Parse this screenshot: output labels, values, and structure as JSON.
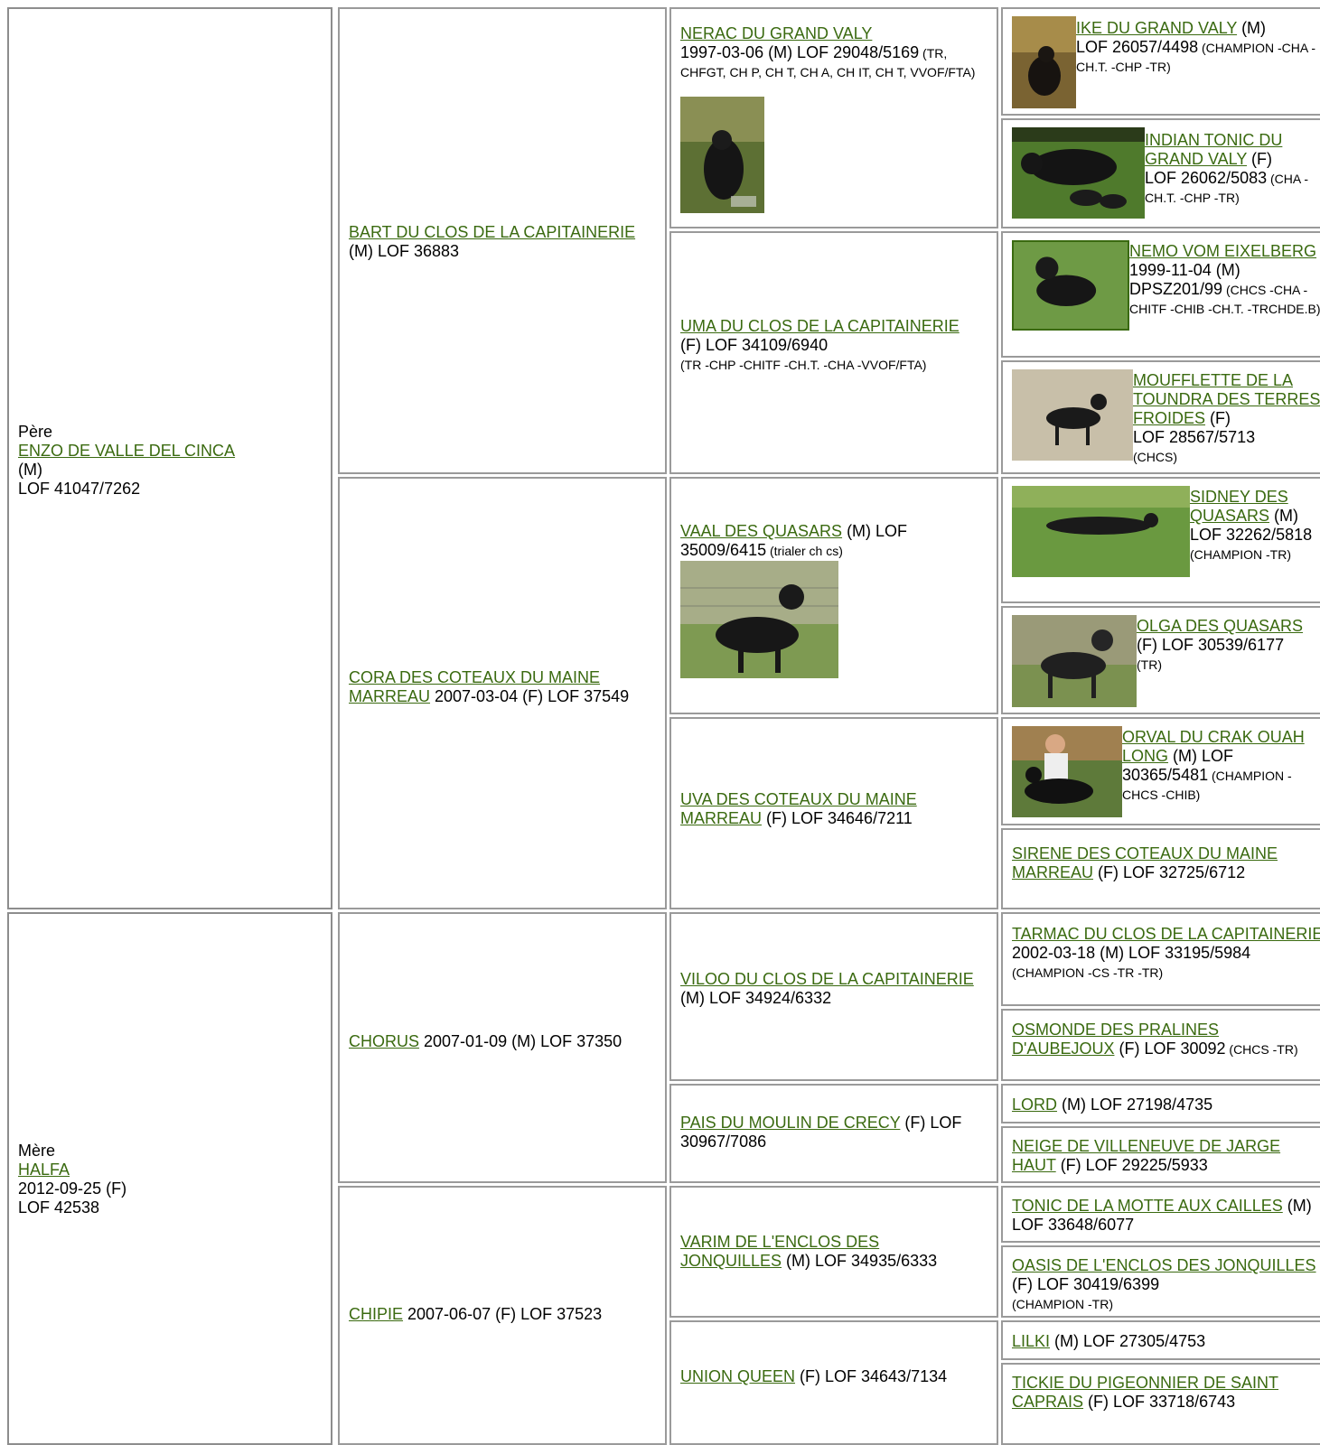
{
  "pere": {
    "role": "Père",
    "name": "ENZO DE VALLE DEL CINCA",
    "sex": "(M)",
    "lof": "LOF 41047/7262"
  },
  "mere": {
    "role": "Mère",
    "name": "HALFA",
    "date": "2012-09-25 (F)",
    "lof": "LOF 42538"
  },
  "g2": [
    {
      "name": "BART DU CLOS DE LA CAPITAINERIE",
      "info": " (M) LOF 36883"
    },
    {
      "name": "CORA DES COTEAUX DU MAINE MARREAU",
      "info": " 2007-03-04 (F) LOF 37549"
    },
    {
      "name": "CHORUS",
      "info": " 2007-01-09 (M) LOF 37350"
    },
    {
      "name": "CHIPIE",
      "info": " 2007-06-07 (F) LOF 37523"
    }
  ],
  "g3": [
    {
      "name": "NERAC DU GRAND VALY",
      "info": " 1997-03-06 (M) LOF 29048/5169",
      "titles": " (TR, CHFGT, CH P, CH T, CH A, CH IT, CH T, VVOF/FTA)",
      "image": "dog-photo"
    },
    {
      "name": "UMA DU CLOS DE LA CAPITAINERIE",
      "info": " (F) LOF 34109/6940",
      "titles": "(TR -CHP -CHITF -CH.T. -CHA -VVOF/FTA)"
    },
    {
      "name": "VAAL DES QUASARS",
      "info": " (M) LOF 35009/6415",
      "titles": " (trialer ch cs)",
      "image": "dog-photo"
    },
    {
      "name": "UVA DES COTEAUX DU MAINE MARREAU",
      "info": " (F) LOF 34646/7211"
    },
    {
      "name": "VILOO DU CLOS DE LA CAPITAINERIE",
      "info": " (M) LOF 34924/6332"
    },
    {
      "name": "PAIS DU MOULIN DE CRECY",
      "info": " (F) LOF 30967/7086"
    },
    {
      "name": "VARIM DE L'ENCLOS DES JONQUILLES",
      "info": " (M) LOF 34935/6333"
    },
    {
      "name": "UNION QUEEN",
      "info": " (F) LOF 34643/7134"
    }
  ],
  "g4": [
    {
      "name": "IKE DU GRAND VALY",
      "sex": " (M)",
      "lof": "LOF 26057/4498",
      "titles": " (CHAMPION -CHA -CH.T. -CHP -TR)",
      "image": "dog-photo"
    },
    {
      "name": "INDIAN TONIC DU GRAND VALY",
      "sex": " (F)",
      "lof": "LOF 26062/5083",
      "titles": " (CHA -CH.T. -CHP -TR)",
      "image": "dog-photo"
    },
    {
      "name": "NEMO VOM EIXELBERG",
      "sex": "",
      "lof": "1999-11-04 (M) DPSZ201/99",
      "titles": " (CHCS -CHA -CHITF -CHIB -CH.T. -TRCHDE.B)",
      "image": "dog-photo"
    },
    {
      "name": "MOUFFLETTE DE LA TOUNDRA DES TERRES FROIDES",
      "sex": " (F)",
      "lof": "LOF 28567/5713",
      "titles": "(CHCS)",
      "image": "dog-photo"
    },
    {
      "name": "SIDNEY DES QUASARS",
      "sex": " (M)",
      "lof": "LOF 32262/5818",
      "titles": "(CHAMPION -TR)",
      "image": "dog-photo"
    },
    {
      "name": "OLGA DES QUASARS",
      "sex": "",
      "lof": "(F) LOF 30539/6177",
      "titles": "(TR)",
      "image": "dog-photo"
    },
    {
      "name": "ORVAL DU CRAK OUAH LONG",
      "sex": " (M) LOF",
      "lof": "30365/5481",
      "titles": " (CHAMPION -CHCS -CHIB)",
      "image": "dog-photo"
    },
    {
      "name": "SIRENE DES COTEAUX DU MAINE MARREAU",
      "info": " (F) LOF 32725/6712"
    },
    {
      "name": "TARMAC DU CLOS DE LA CAPITAINERIE",
      "info": " 2002-03-18 (M) LOF 33195/5984",
      "titles": " (CHAMPION -CS -TR -TR)"
    },
    {
      "name": "OSMONDE DES PRALINES D'AUBEJOUX",
      "info": " (F) LOF 30092",
      "titles": " (CHCS -TR)"
    },
    {
      "name": "LORD",
      "info": " (M) LOF 27198/4735"
    },
    {
      "name": "NEIGE DE VILLENEUVE DE JARGE HAUT",
      "info": " (F) LOF 29225/5933"
    },
    {
      "name": "TONIC DE LA MOTTE AUX CAILLES",
      "info": " (M) LOF 33648/6077"
    },
    {
      "name": "OASIS DE L'ENCLOS DES JONQUILLES",
      "info": " (F) LOF 30419/6399",
      "titles": "(CHAMPION -TR)"
    },
    {
      "name": "LILKI",
      "info": " (M) LOF 27305/4753"
    },
    {
      "name": "TICKIE DU PIGEONNIER DE SAINT CAPRAIS",
      "info": " (F) LOF 33718/6743"
    }
  ],
  "colors": {
    "link": "#3a6a10",
    "border": "#9a9a9a"
  }
}
